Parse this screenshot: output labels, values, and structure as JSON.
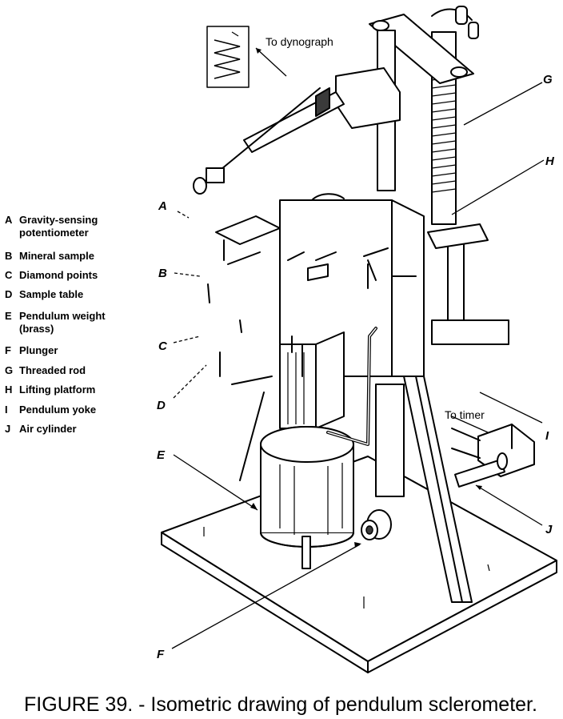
{
  "legend": [
    {
      "letter": "A",
      "text": "Gravity-sensing",
      "text2": "potentiometer"
    },
    {
      "letter": "B",
      "text": "Mineral sample"
    },
    {
      "letter": "C",
      "text": "Diamond points"
    },
    {
      "letter": "D",
      "text": "Sample table"
    },
    {
      "letter": "E",
      "text": "Pendulum weight",
      "text2": "(brass)"
    },
    {
      "letter": "F",
      "text": "Plunger"
    },
    {
      "letter": "G",
      "text": "Threaded rod"
    },
    {
      "letter": "H",
      "text": "Lifting platform"
    },
    {
      "letter": "I",
      "text": "Pendulum yoke"
    },
    {
      "letter": "J",
      "text": "Air cylinder"
    }
  ],
  "callouts": {
    "A": "A",
    "B": "B",
    "C": "C",
    "D": "D",
    "E": "E",
    "F": "F",
    "G": "G",
    "H": "H",
    "I": "I",
    "J": "J"
  },
  "notes": {
    "dynograph": "To dynograph",
    "timer": "To timer"
  },
  "caption": "FIGURE 39. - Isometric drawing of pendulum sclerometer."
}
